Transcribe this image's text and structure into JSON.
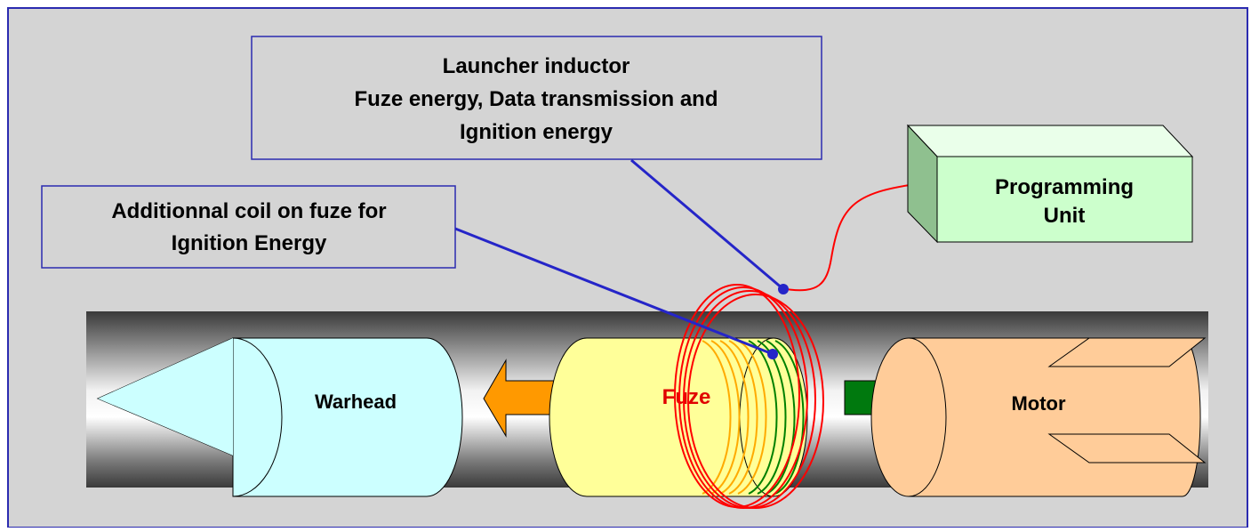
{
  "callouts": {
    "launcher": {
      "lines": [
        "Launcher inductor",
        "Fuze energy, Data transmission and",
        "Ignition energy"
      ]
    },
    "coil": {
      "lines": [
        "Additionnal coil on fuze for",
        "Ignition Energy"
      ]
    }
  },
  "programming_unit": {
    "lines": [
      "Programming",
      "Unit"
    ]
  },
  "components": {
    "warhead": "Warhead",
    "fuze": "Fuze",
    "motor": "Motor"
  },
  "colors": {
    "background": "#d4d4d4",
    "frame": "#2b2bb0",
    "fuze_label": "#e00000",
    "warhead_fill": "#ccffff",
    "fuze_fill": "#ffff99",
    "motor_fill": "#ffcc99",
    "programming_unit_fill": "#ccffcc",
    "inductor_coil": "#ff0000",
    "ignition_coil": "#008000",
    "orange_coil": "#ffaa00",
    "left_arrow": "#ff9900",
    "right_arrow": "#00790e",
    "leader_line": "#2525c8"
  }
}
